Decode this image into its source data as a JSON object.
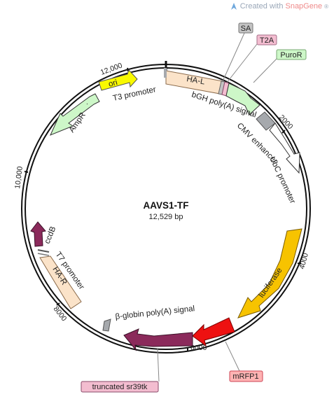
{
  "watermark": {
    "prefix": "Created with",
    "brand": "SnapGene",
    "suffix": "®",
    "logo_icon": "snapgene-logo-icon"
  },
  "map": {
    "name": "AAVS1-TF",
    "length": "12,529 bp",
    "ticks": [
      "2000",
      "4000",
      "6000",
      "8000",
      "10,000",
      "12,000"
    ]
  },
  "features": {
    "ha_l": "HA-L",
    "ha_r": "HA-R",
    "ori": "ori",
    "amp_r": "AmpR",
    "ccd_b": "ccdB",
    "luciferase": "luciferase",
    "sa": "SA",
    "t2a": "T2A",
    "puro_r": "PuroR",
    "mrfp1": "mRFP1",
    "truncated_sr39tk": "truncated sr39tk"
  },
  "labels": {
    "t3_promoter": "T3 promoter",
    "bgh_polya": "bGH poly(A) signal",
    "cmv_enhancer": "CMV enhancer",
    "ubc_promoter": "UbC promoter",
    "t7_promoter": "T7 promoter",
    "beta_globin_polya": "β-globin poly(A) signal"
  },
  "colors": {
    "ha": "#fbe3c9",
    "ori": "#f9f900",
    "amp_r": "#cdf7c8",
    "ccd_b": "#8b2a5b",
    "luciferase": "#f7c300",
    "mrfp1": "#ee1111",
    "sr39tk": "#8b2a5b",
    "sa": "#c3c3c3",
    "t2a": "#f3bdd0",
    "puro_r": "#cdf7c8",
    "grey_feature": "#a6a9ad"
  }
}
